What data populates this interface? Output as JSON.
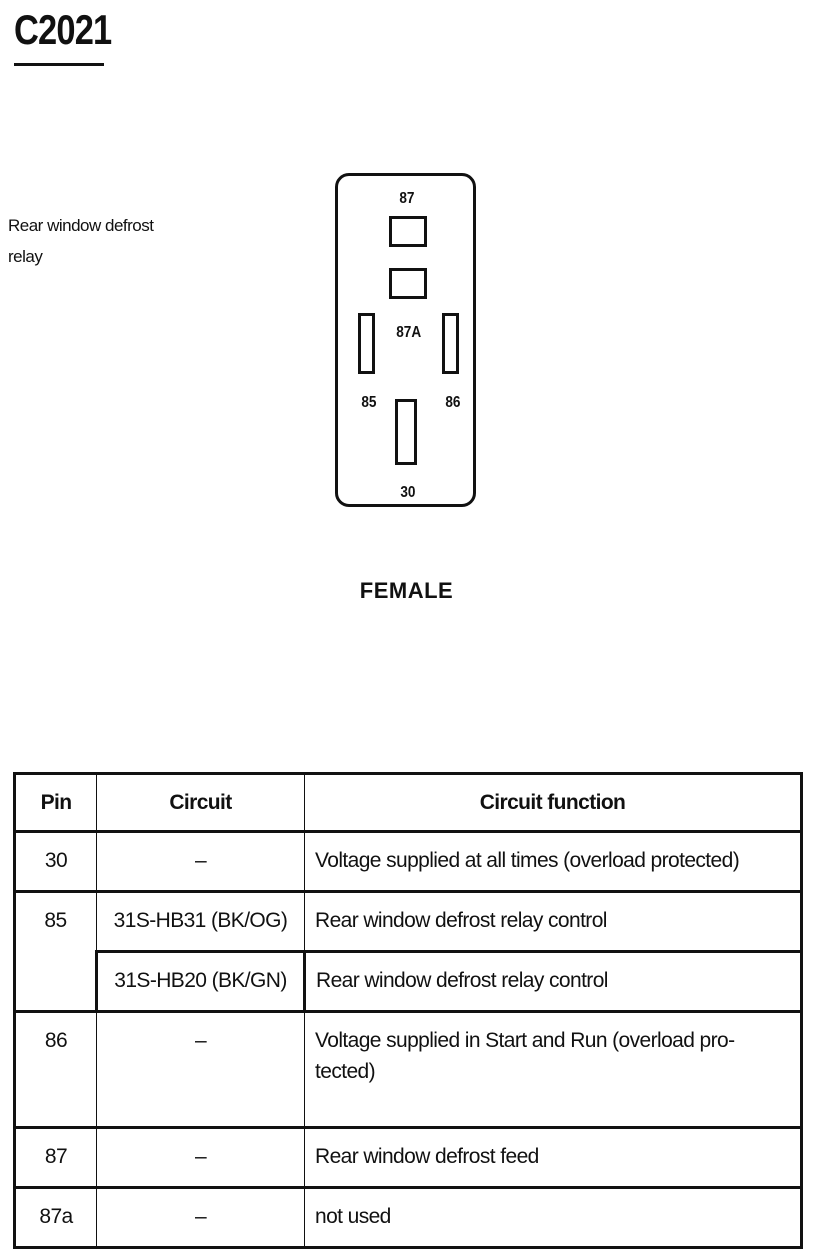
{
  "connector": {
    "id": "C2021",
    "component": "Rear window defrost relay",
    "gender": "FEMALE",
    "terminal_labels": {
      "t87": "87",
      "t87a": "87A",
      "t85": "85",
      "t86": "86",
      "t30": "30"
    }
  },
  "table": {
    "headers": {
      "pin": "Pin",
      "circuit": "Circuit",
      "function": "Circuit function"
    },
    "rows": [
      {
        "pin": "30",
        "circuit": "–",
        "function": "Voltage supplied at all times (overload protected)"
      },
      {
        "pin": "85",
        "circuit": "31S-HB31 (BK/OG)",
        "function": "Rear window defrost relay control"
      },
      {
        "pin": "",
        "circuit": "31S-HB20 (BK/GN)",
        "function": "Rear window defrost relay control"
      },
      {
        "pin": "86",
        "circuit": "–",
        "function": "Voltage supplied in Start and Run (overload pro- tected)"
      },
      {
        "pin": "87",
        "circuit": "–",
        "function": "Rear window defrost feed"
      },
      {
        "pin": "87a",
        "circuit": "–",
        "function": "not used"
      }
    ]
  }
}
